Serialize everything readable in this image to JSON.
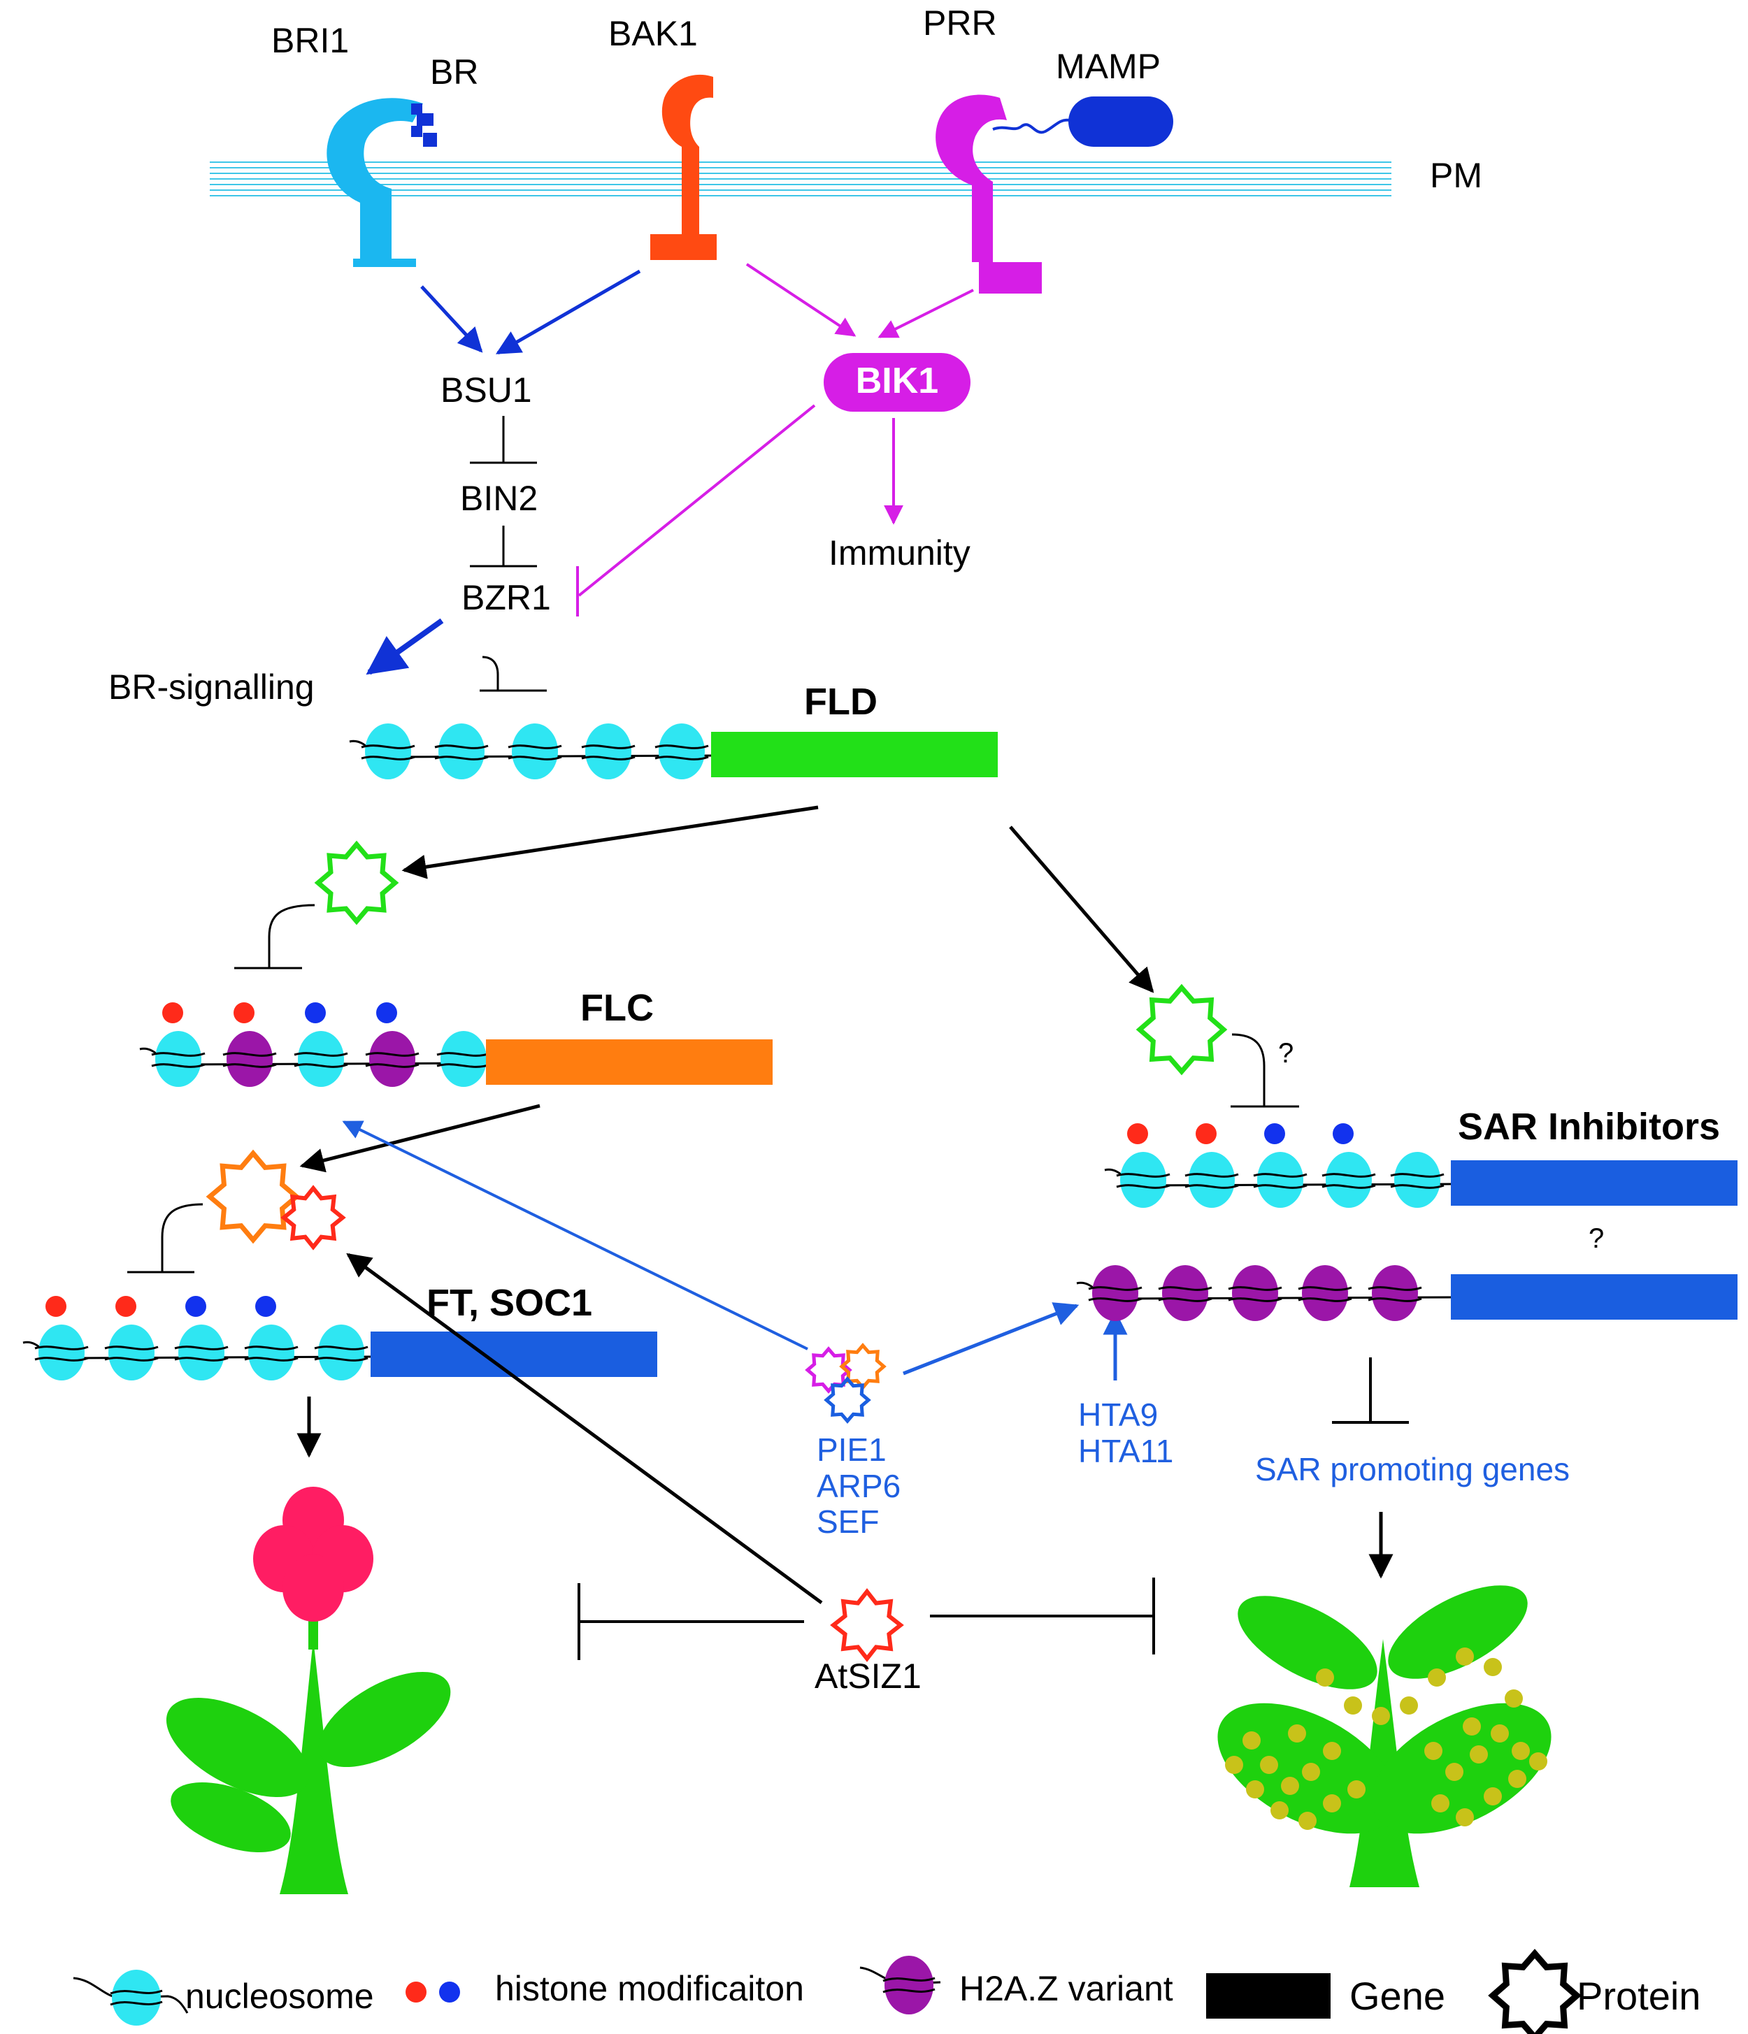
{
  "colors": {
    "cyan": "#1bb7f0",
    "orange_red": "#ff4a12",
    "magenta": "#d61ee6",
    "dark_blue": "#1032d6",
    "nucleosome": "#2fe6f2",
    "h2az": "#9b16a8",
    "green": "#22e018",
    "flc_orange": "#ff7d10",
    "gene_blue": "#1a5ee0",
    "red_mark": "#ff2a1a",
    "blue_mark": "#1232ee",
    "flower_pink": "#ff1d63",
    "plant_green": "#1ed10e",
    "spot_yellow": "#c8c21a",
    "text_blue": "#1f5fe0"
  },
  "receptors": {
    "bri1": "BRI1",
    "br": "BR",
    "bak1": "BAK1",
    "prr": "PRR",
    "mamp": "MAMP",
    "pm": "PM"
  },
  "br_pathway": {
    "bsu1": "BSU1",
    "bin2": "BIN2",
    "bzr1": "BZR1",
    "br_signalling": "BR-signalling"
  },
  "immunity_pathway": {
    "bik1": "BIK1",
    "immunity": "Immunity"
  },
  "genes": {
    "fld": "FLD",
    "flc": "FLC",
    "ft_soc1": "FT, SOC1",
    "sar_inhibitors": "SAR Inhibitors"
  },
  "complexes": {
    "swr1": [
      "PIE1",
      "ARP6",
      "SEF"
    ],
    "h2az_variants": [
      "HTA9",
      "HTA11"
    ],
    "sar_promoting": "SAR promoting genes",
    "atsiz1": "AtSIZ1",
    "question_mark": "?"
  },
  "legend": {
    "nucleosome": "nucleosome",
    "histone_modification": "histone modificaiton",
    "h2az_variant": "H2A.Z variant",
    "gene": "Gene",
    "protein": "Protein"
  }
}
